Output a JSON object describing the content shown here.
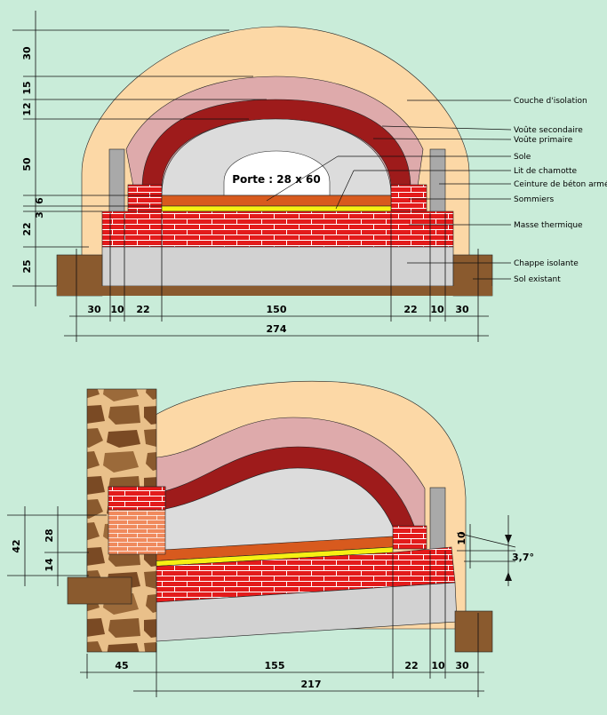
{
  "colors": {
    "background": "#c9ecd9",
    "insulation": "#fcd8a6",
    "secondary_vault": "#deaaab",
    "primary_vault": "#9e1b1b",
    "sole": "#d85a1e",
    "chamotte": "#f7f013",
    "concrete": "#a9a9a9",
    "brick": "#e31b1b",
    "chappe": "#d2d2d2",
    "ground": "#8a5a2e",
    "light_brick": "#f08a5d"
  },
  "labels": {
    "isolation": "Couche d'isolation",
    "voute_secondaire": "Voûte secondaire",
    "voute_primaire": "Voûte primaire",
    "sole": "Sole",
    "lit_chamotte": "Lit de chamotte",
    "ceinture": "Ceinture de béton armé",
    "sommiers": "Sommiers",
    "masse": "Masse thermique",
    "chappe": "Chappe isolante",
    "sol": "Sol existant",
    "porte": "Porte : 28 x 60"
  },
  "front_dims": {
    "vertical": [
      "30",
      "15",
      "12",
      "50",
      "6",
      "3",
      "22",
      "25"
    ],
    "horizontal": [
      "30",
      "10",
      "22",
      "150",
      "22",
      "10",
      "30"
    ],
    "total": "274"
  },
  "side_dims": {
    "left": [
      "42",
      "28",
      "14"
    ],
    "right": [
      "10"
    ],
    "angle": "3,7°",
    "horizontal": [
      "45",
      "155",
      "22",
      "10",
      "30"
    ],
    "total": "217"
  }
}
